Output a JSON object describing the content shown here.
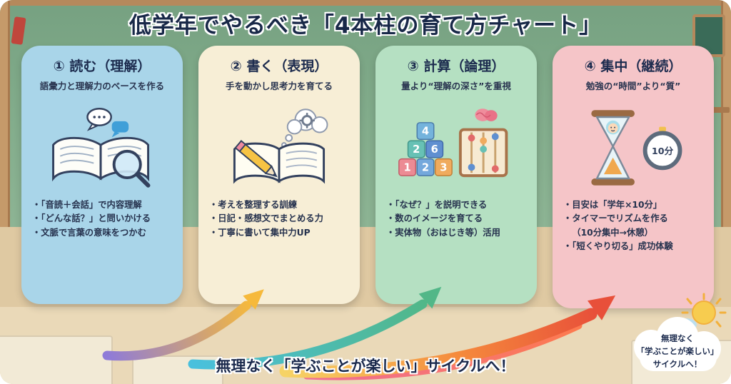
{
  "title": "低学年でやるべき「4本柱の育て方チャート」",
  "cards": [
    {
      "heading": "① 読む（理解）",
      "subtitle": "語彙力と理解力のベースを作る",
      "icon": "book-magnifier-speech-icon",
      "bullets": [
        "・「音読＋会話」で内容理解",
        "・「どんな話？」と問いかける",
        "・文脈で言葉の意味をつかむ"
      ],
      "bg_color": "#a9d5e9"
    },
    {
      "heading": "② 書く（表現）",
      "subtitle": "手を動かし思考力を育てる",
      "icon": "notebook-pencil-gears-icon",
      "bullets": [
        "・考えを整理する訓練",
        "・日記・感想文でまとめる力",
        "・丁寧に書いて集中力UP"
      ],
      "bg_color": "#f7eed6"
    },
    {
      "heading": "③ 計算（論理）",
      "subtitle": "量より“理解の深さ”を重視",
      "icon": "blocks-abacus-brain-icon",
      "icon_blocks": [
        "4",
        "2",
        "6",
        "1",
        "2",
        "3"
      ],
      "bullets": [
        "・「なぜ？」を説明できる",
        "・数のイメージを育てる",
        "・実体物（おはじき等）活用"
      ],
      "bg_color": "#b5e0c2"
    },
    {
      "heading": "④ 集中（継続）",
      "subtitle": "勉強の“時間”より“質”",
      "icon": "hourglass-timer-icon",
      "timer_label": "10分",
      "bullets": [
        "・目安は「学年×10分」",
        "・タイマーでリズムを作る",
        "（10分集中→休憩）",
        "・「短くやり切る」成功体験"
      ],
      "bg_color": "#f5c5c8"
    }
  ],
  "footer": {
    "cycle_text": "無理なく「学ぶことが楽しい」サイクルへ！"
  },
  "cloud_badge": {
    "line1": "無理なく",
    "line2": "「学ぶことが楽しい」",
    "line3": "サイクルへ！"
  },
  "colors": {
    "heading_text": "#1c2b4e",
    "chalkboard_green": "#7fa988",
    "wall_tan": "#dfc9a2",
    "arrow_rainbow": [
      "#8f7bd8",
      "#49c0dd",
      "#f6d365",
      "#52b788",
      "#f06292",
      "#e8503a"
    ]
  }
}
